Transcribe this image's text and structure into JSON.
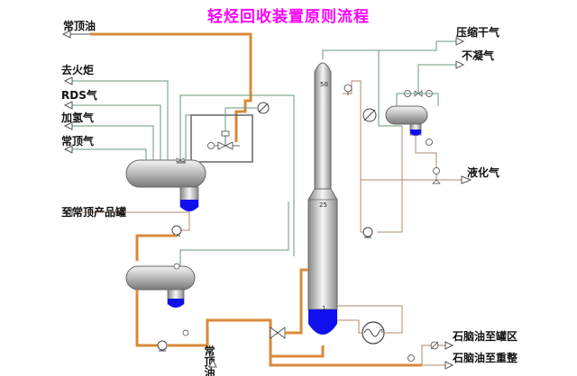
{
  "title": "轻烃回收装置原则流程",
  "streams": {
    "top_oil": "常顶油",
    "flare": "去火炬",
    "rds_gas": "RDS气",
    "hydrogenation_gas": "加氢气",
    "top_gas": "常顶气",
    "to_product_tank": "至常顶产品罐",
    "compressed_dry_gas": "压缩干气",
    "non_condensable_gas": "不凝气",
    "liquefied_gas": "液化气",
    "naphtha_to_tank": "石脑油至罐区",
    "naphtha_to_reforming": "石脑油至重整",
    "atm_top_oil_in": "常顶油"
  },
  "tray_labels": {
    "top": "50",
    "middle": "25",
    "bottom": "1"
  },
  "colors": {
    "green_line": "#6a9a7a",
    "orange_line": "#d8893a",
    "brown_line": "#b08870",
    "liquid": "#1010ee",
    "title": "#ff00ff"
  }
}
